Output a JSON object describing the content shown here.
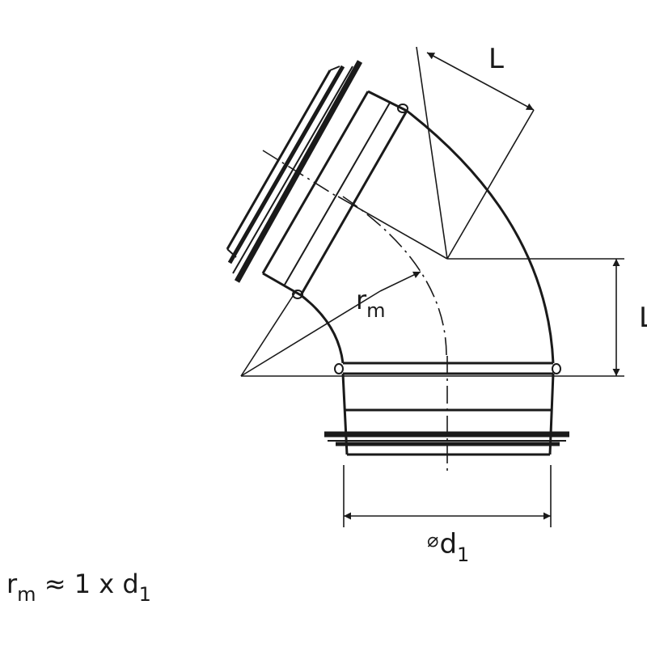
{
  "labels": {
    "length_top": "L",
    "length_right": "L",
    "radius_main": "r",
    "radius_sub": "m",
    "diameter_symbol": "⌀",
    "diameter_main": "d",
    "diameter_sub": "1"
  },
  "formula": {
    "lhs_main": "r",
    "lhs_sub": "m",
    "relation": " ≈ 1 x d",
    "rhs_sub": "1"
  },
  "colors": {
    "line": "#1a1a1a",
    "background": "#ffffff"
  }
}
